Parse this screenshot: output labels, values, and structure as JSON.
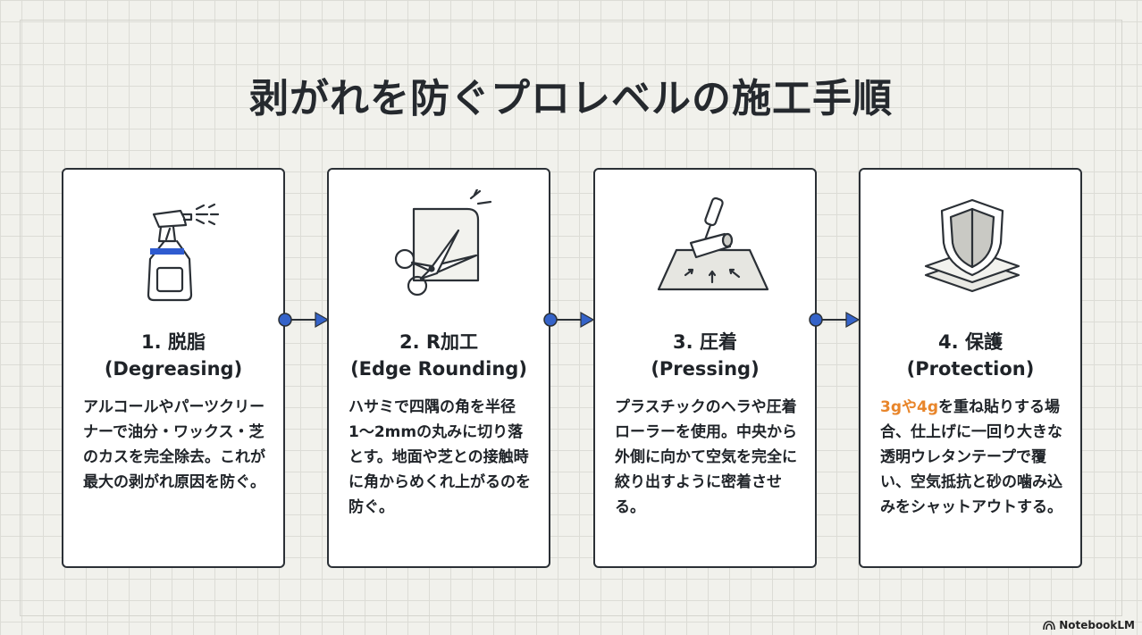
{
  "title": "剥がれを防ぐプロレベルの施工手順",
  "steps": [
    {
      "label": "1. 脱脂",
      "sublabel": "(Degreasing)",
      "icon": "spray-bottle-icon",
      "description": "アルコールやパーツクリーナーで油分・ワックス・芝のカスを完全除去。これが最大の剥がれ原因を防ぐ。"
    },
    {
      "label": "2. R加工",
      "sublabel": "(Edge Rounding)",
      "icon": "scissors-icon",
      "description": "ハサミで四隅の角を半径1〜2mmの丸みに切り落とす。地面や芝との接触時に角からめくれ上がるのを防ぐ。"
    },
    {
      "label": "3. 圧着",
      "sublabel": "(Pressing)",
      "icon": "roller-icon",
      "description": "プラスチックのヘラや圧着ローラーを使用。中央から外側に向かて空気を完全に絞り出すように密着させる。"
    },
    {
      "label": "4. 保護",
      "sublabel": "(Protection)",
      "icon": "shield-icon",
      "highlight": "3gや4g",
      "description": "を重ね貼りする場合、仕上げに一回り大きな透明ウレタンテープで覆い、空気抵抗と砂の噛み込みをシャットアウトする。"
    }
  ],
  "brand": "NotebookLM",
  "colors": {
    "accent": "#e8852a",
    "connector": "#3563c9",
    "border": "#2b3036"
  }
}
